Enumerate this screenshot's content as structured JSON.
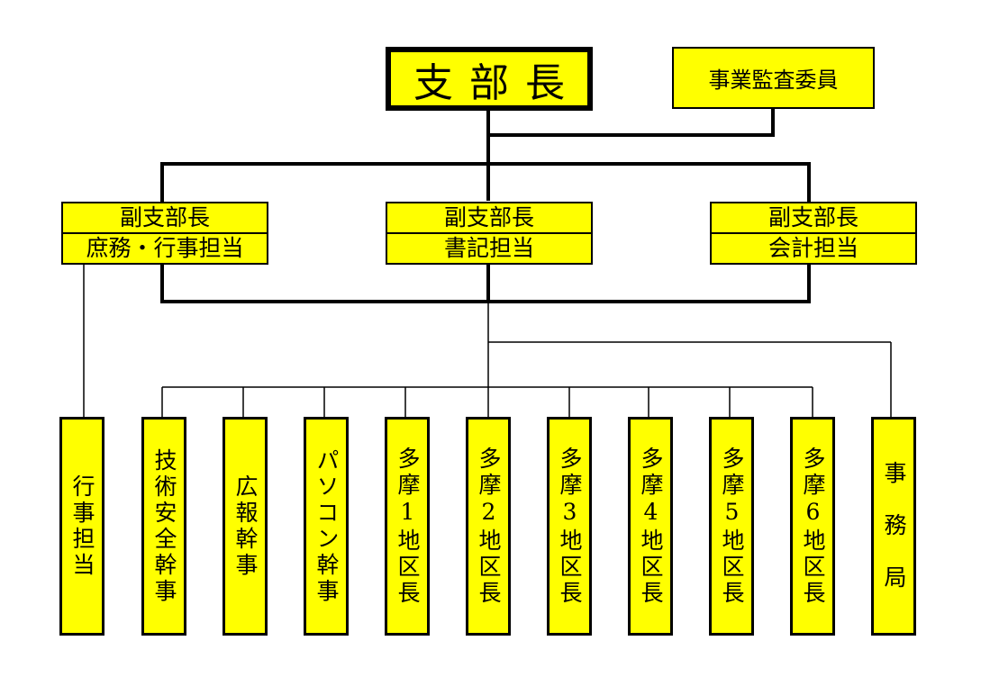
{
  "title": "支部長",
  "auditor": "事業監査委員",
  "vice_chiefs": [
    {
      "line1": "副支部長",
      "line2": "庶務・行事担当"
    },
    {
      "line1": "副支部長",
      "line2": "書記担当"
    },
    {
      "line1": "副支部長",
      "line2": "会計担当"
    }
  ],
  "units": [
    "行事担当",
    "技術安全幹事",
    "広報幹事",
    "パソコン幹事",
    "多摩1地区長",
    "多摩2地区長",
    "多摩3地区長",
    "多摩4地区長",
    "多摩5地区長",
    "多摩6地区長",
    "事　務　局"
  ],
  "colors": {
    "box_fill": "#ffff00",
    "line": "#000000"
  }
}
